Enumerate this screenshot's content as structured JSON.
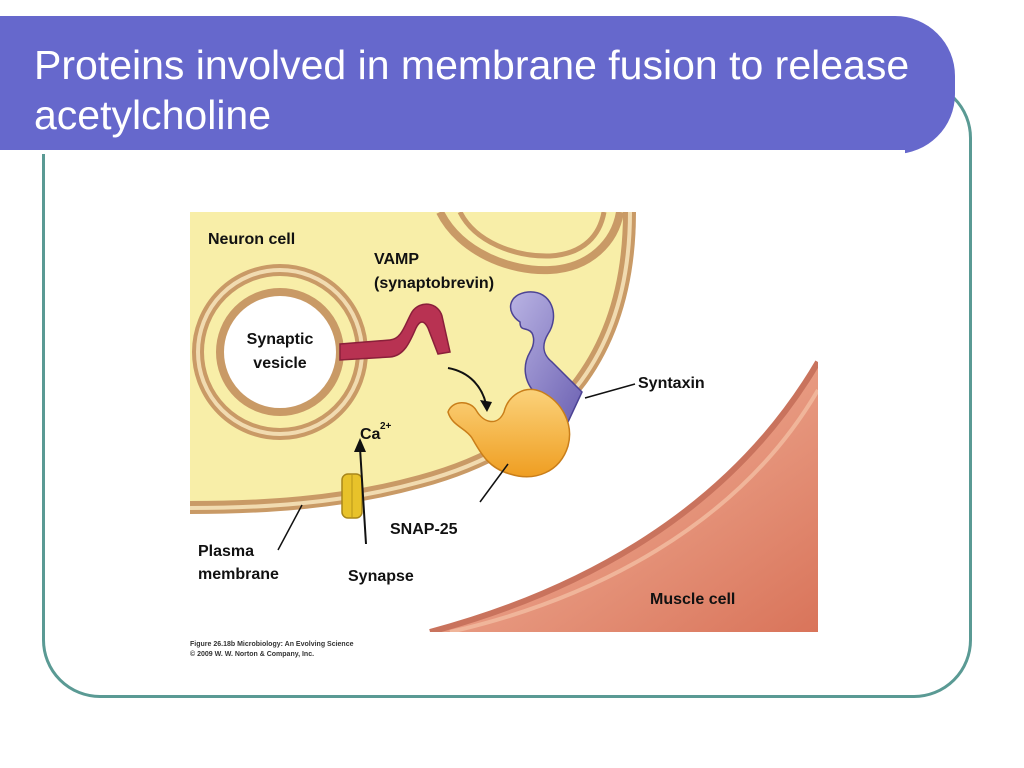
{
  "slide": {
    "title": "Proteins involved in membrane fusion to release acetylcholine"
  },
  "diagram": {
    "labels": {
      "neuron_cell": "Neuron cell",
      "vamp": "VAMP",
      "vamp_alt": "(synaptobrevin)",
      "synaptic": "Synaptic",
      "vesicle": "vesicle",
      "syntaxin": "Syntaxin",
      "ca": "Ca",
      "ca_charge": "2+",
      "snap25": "SNAP-25",
      "plasma": "Plasma",
      "membrane": "membrane",
      "synapse": "Synapse",
      "muscle_cell": "Muscle cell"
    },
    "colors": {
      "cytoplasm": "#f8eea8",
      "membrane": "#c99a66",
      "vamp": "#b83252",
      "syntaxin": "#8a7fc6",
      "snap25": "#f4b43e",
      "channel": "#e8c22a",
      "muscle": "#e8957a"
    }
  },
  "caption": {
    "line1": "Figure 26.18b  Microbiology: An Evolving Science",
    "line2": "© 2009 W. W. Norton & Company, Inc."
  }
}
